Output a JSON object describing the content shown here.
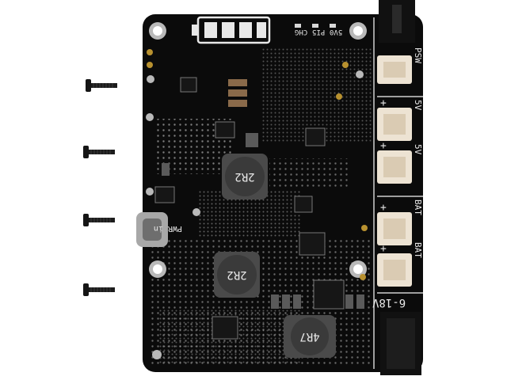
{
  "board": {
    "labels": {
      "status_5v0": "5V0",
      "status_pi5": "PI5",
      "status_chg": "CHG",
      "psw": "PSW",
      "out_5v_a": "5V",
      "out_5v_b": "5V",
      "bat_a": "BAT",
      "bat_b": "BAT",
      "pwr_in": "PWR in",
      "vin_range": "6-18V",
      "inductor_top": "2R2",
      "inductor_mid": "2R2",
      "inductor_bottom": "4R7",
      "polarity_plus": "+"
    }
  },
  "colors": {
    "pcb": "#0b0b0b",
    "silkscreen": "#e8e8e8",
    "connector": "#ede3d3",
    "screw": "#151515",
    "pad": "#b9b9b9",
    "gold": "#b8912f"
  }
}
